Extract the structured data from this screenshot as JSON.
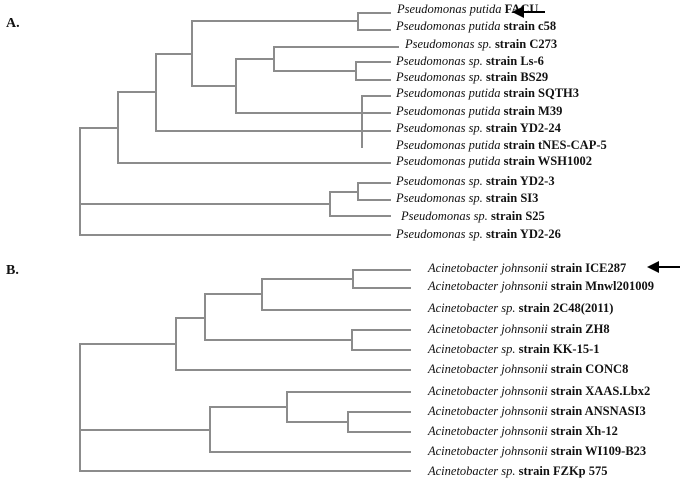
{
  "panels": [
    {
      "id": "A",
      "label": "A.",
      "leaves": [
        {
          "taxon": "Pseudomonas putida",
          "strain": "FACU",
          "arrow": true
        },
        {
          "taxon": "Pseudomonas putida",
          "strain": "strain c58"
        },
        {
          "taxon": "Pseudomonas sp.",
          "strain": "strain C273"
        },
        {
          "taxon": "Pseudomonas sp.",
          "strain": "strain Ls-6"
        },
        {
          "taxon": "Pseudomonas sp.",
          "strain": "strain BS29"
        },
        {
          "taxon": "Pseudomonas putida",
          "strain": "strain SQTH3"
        },
        {
          "taxon": "Pseudomonas putida",
          "strain": "strain M39"
        },
        {
          "taxon": "Pseudomonas sp.",
          "strain": "strain YD2-24"
        },
        {
          "taxon": "Pseudomonas putida",
          "strain": "strain tNES-CAP-5"
        },
        {
          "taxon": "Pseudomonas putida",
          "strain": "strain WSH1002"
        },
        {
          "taxon": "Pseudomonas sp.",
          "strain": "strain YD2-3"
        },
        {
          "taxon": "Pseudomonas sp.",
          "strain": "strain SI3"
        },
        {
          "taxon": "Pseudomonas sp.",
          "strain": "strain S25"
        },
        {
          "taxon": "Pseudomonas sp.",
          "strain": "strain YD2-26"
        }
      ]
    },
    {
      "id": "B",
      "label": "B.",
      "leaves": [
        {
          "taxon": "Acinetobacter johnsonii",
          "strain": "strain ICE287",
          "arrow": true
        },
        {
          "taxon": "Acinetobacter johnsonii",
          "strain": "strain Mnwl201009"
        },
        {
          "taxon": "Acinetobacter sp.",
          "strain": "strain 2C48(2011)"
        },
        {
          "taxon": "Acinetobacter johnsonii",
          "strain": "strain ZH8"
        },
        {
          "taxon": "Acinetobacter sp.",
          "strain": "strain KK-15-1"
        },
        {
          "taxon": "Acinetobacter johnsonii",
          "strain": "strain CONC8"
        },
        {
          "taxon": "Acinetobacter johnsonii",
          "strain": "strain XAAS.Lbx2"
        },
        {
          "taxon": "Acinetobacter johnsonii",
          "strain": "strain ANSNASI3"
        },
        {
          "taxon": "Acinetobacter johnsonii",
          "strain": "strain Xh-12"
        },
        {
          "taxon": "Acinetobacter johnsonii",
          "strain": "strain WI109-B23"
        },
        {
          "taxon": "Acinetobacter sp.",
          "strain": "strain FZKp 575"
        }
      ]
    }
  ],
  "colors": {
    "branch": "#8c8c8c",
    "text": "#111111",
    "arrow": "#000000"
  }
}
